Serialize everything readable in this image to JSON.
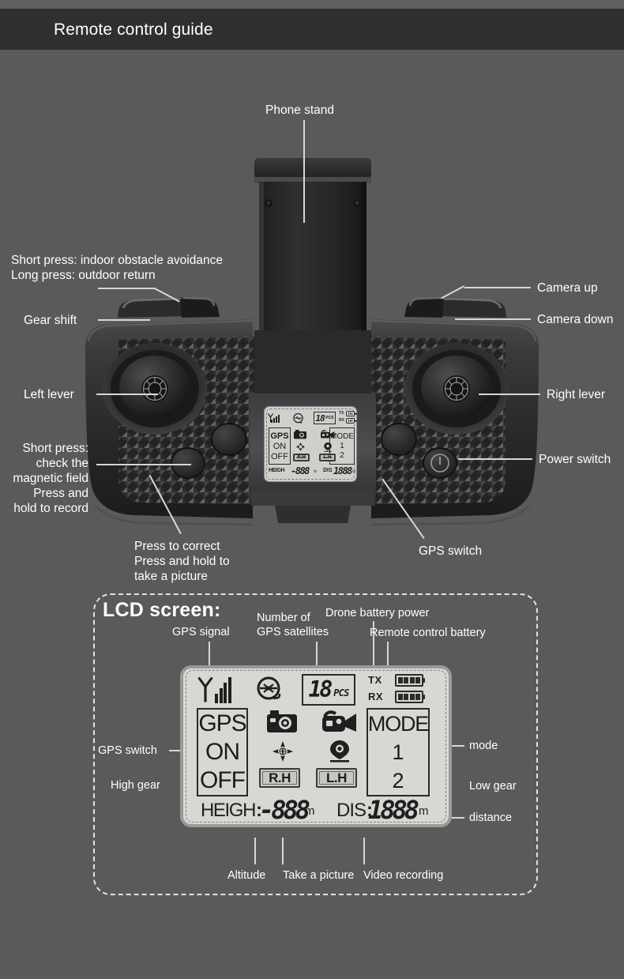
{
  "header": {
    "title": "Remote control guide"
  },
  "callouts": {
    "phone_stand": "Phone stand",
    "short_press_obstacle": "Short press: indoor obstacle avoidance",
    "long_press_return": "Long press: outdoor return",
    "gear_shift": "Gear shift",
    "left_lever": "Left lever",
    "short_press_magnetic": "Short press:\ncheck the\nmagnetic field\nPress and\nhold to record",
    "press_to_correct": "Press to correct\nPress and hold to\ntake a picture",
    "gps_switch_body": "GPS switch",
    "camera_up": "Camera up",
    "camera_down": "Camera down",
    "right_lever": "Right lever",
    "power_switch": "Power switch"
  },
  "lcd_panel": {
    "heading": "LCD screen:",
    "labels": {
      "gps_signal": "GPS signal",
      "number_of_gps_satellites": "Number of\nGPS satellites",
      "drone_battery_power": "Drone battery power",
      "remote_control_battery": "Remote control battery",
      "gps_switch": "GPS switch",
      "high_gear": "High gear",
      "mode": "mode",
      "low_gear": "Low gear",
      "distance": "distance",
      "altitude": "Altitude",
      "take_a_picture": "Take a picture",
      "video_recording": "Video recording"
    }
  },
  "lcd_screen": {
    "signal_icon": "gps-signal-bars-icon",
    "drone_icon": "drone-satellite-icon",
    "satellite_count": "18",
    "satellite_unit": "PCS",
    "tx_label": "TX",
    "rx_label": "RX",
    "tx_battery_icon": "battery-full-icon",
    "rx_battery_icon": "battery-full-icon",
    "gps_title": "GPS",
    "gps_on": "ON",
    "gps_off": "OFF",
    "camera_icon": "photo-camera-icon",
    "video_icon": "video-camera-icon",
    "compass_icon": "compass-icon",
    "location_icon": "location-pin-icon",
    "rh_tag": "R.H",
    "lh_tag": "L.H",
    "mode_title": "MODE",
    "mode_1": "1",
    "mode_2": "2",
    "height_label": "HEIGH",
    "height_colon": ":",
    "height_value": "-888",
    "height_unit": "m",
    "dis_label": "DIS",
    "dis_colon": ":",
    "dis_value": "1888",
    "dis_unit": "m"
  },
  "colors": {
    "page_bg": "#5a5a5b",
    "header_bg": "#2f2f2f",
    "label_text": "#ffffff",
    "lcd_face": "#d7d7d3",
    "lcd_ink": "#1f1f1f",
    "leader_line": "#d6d6d6"
  }
}
